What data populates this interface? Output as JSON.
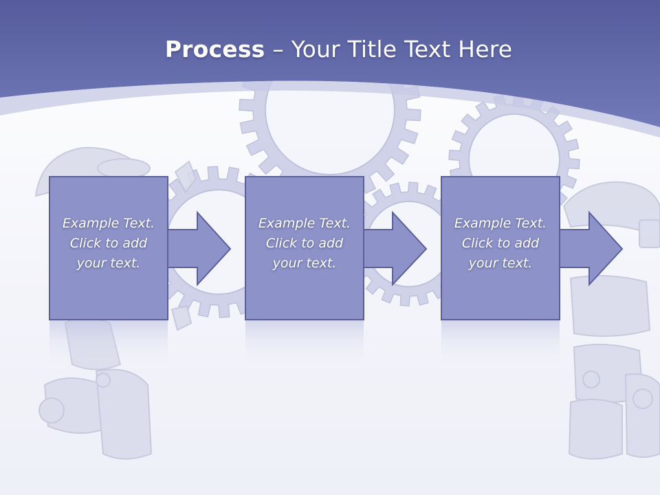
{
  "slide": {
    "title_bold": "Process",
    "title_rest": " – Your Title Text Here",
    "steps": [
      {
        "lines": [
          "Example Text.",
          "Click  to add",
          "your text."
        ]
      },
      {
        "lines": [
          "Example Text.",
          "Click  to add",
          "your text."
        ]
      },
      {
        "lines": [
          "Example Text.",
          "Click  to add",
          "your text."
        ]
      }
    ]
  },
  "colors": {
    "header": "#6c73b4",
    "box_fill": "#8d92c9",
    "box_stroke": "#5a5f99",
    "gear": "#c9cce5",
    "robot": "#d6d8ea"
  },
  "decor": {
    "background": [
      "gears-illustration",
      "robot-left-illustration",
      "robot-right-illustration"
    ]
  }
}
